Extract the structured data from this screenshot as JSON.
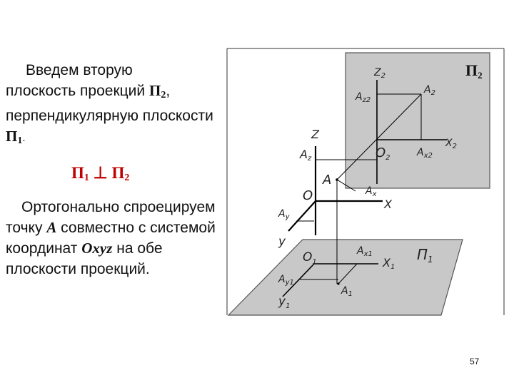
{
  "text": {
    "p1_a": "Введем вторую",
    "p1_b": "плоскость проекций ",
    "p1_pi": "П",
    "p1_sub": "2",
    "p1_c": ", перпендикулярную плоскости ",
    "p1_pi2": "П",
    "p1_sub2": "1",
    "p1_end": ".",
    "rel_pi_a": "П",
    "rel_sub_a": "1",
    "rel_perp": " ⊥ ",
    "rel_pi_b": "П",
    "rel_sub_b": "2",
    "p2_a": "Ортогонально спроецируем точку ",
    "p2_A": "А",
    "p2_b": " совместно с системой координат ",
    "p2_oxyz": "Oxyz",
    "p2_c": " на обе плоскости проекций."
  },
  "diagram": {
    "plane_labels": {
      "pi2_main": "П",
      "pi2_sub": "2",
      "pi1_main": "П",
      "pi1_sub": "1"
    },
    "labels": {
      "z2": "Z",
      "z2_sub": "2",
      "Az2": "A",
      "Az2_sub": "z2",
      "A2": "A",
      "A2_sub": "2",
      "x2": "X",
      "x2_sub": "2",
      "O2": "O",
      "O2_sub": "2",
      "Ax2": "A",
      "Ax2_sub": "x2",
      "z": "Z",
      "Az": "A",
      "Az_sub": "z",
      "A": "A",
      "O": "O",
      "Ax": "A",
      "Ax_sub": "x",
      "x": "X",
      "Ay": "A",
      "Ay_sub": "y",
      "y": "y",
      "O1": "O",
      "O1_sub": "1",
      "Ax1": "A",
      "Ax1_sub": "x1",
      "x1": "X",
      "x1_sub": "1",
      "Ay1": "A",
      "Ay1_sub": "y1",
      "A1": "A",
      "A1_sub": "1",
      "y1": "y",
      "y1_sub": "1"
    },
    "colors": {
      "plane_fill": "#c8c8c8",
      "plane_stroke": "#555555",
      "line": "#000000"
    }
  },
  "page_number": "57"
}
